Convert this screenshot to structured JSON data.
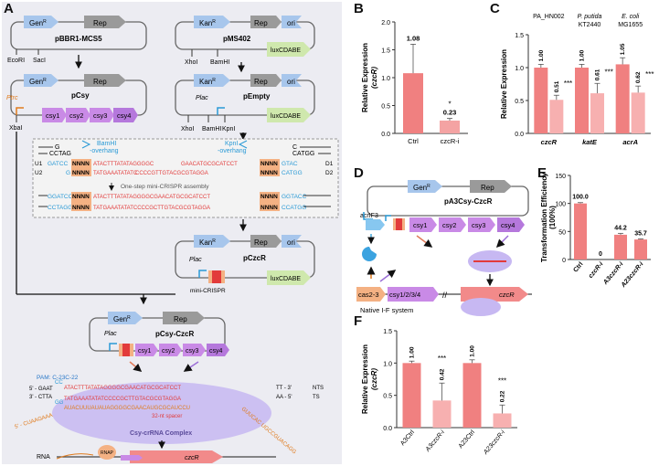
{
  "panels": {
    "A": {
      "letter": "A",
      "plasmids": {
        "pbbr1": {
          "name": "pBBR1-MCS5",
          "marker": "Gen",
          "marker_sup": "R",
          "rep": "Rep",
          "sites": [
            "EcoRI",
            "SacI"
          ]
        },
        "pms402": {
          "name": "pMS402",
          "marker": "Kan",
          "marker_sup": "R",
          "rep": "Rep",
          "ori": "ori",
          "lux": "luxCDABE",
          "sites": [
            "XhoI",
            "BamHI"
          ]
        },
        "pcsy": {
          "name": "pCsy",
          "marker": "Gen",
          "marker_sup": "R",
          "rep": "Rep",
          "promoter": "Ptrc",
          "site": "XbaI",
          "genes": [
            "csy1",
            "csy2",
            "csy3",
            "csy4"
          ]
        },
        "pempty": {
          "name": "pEmpty",
          "marker": "Kan",
          "marker_sup": "R",
          "rep": "Rep",
          "ori": "ori",
          "promoter": "Plac",
          "lux": "luxCDABE",
          "sites": [
            "XhoI",
            "BamHI",
            "KpnI"
          ]
        },
        "pczcr": {
          "name": "pCzcR",
          "marker": "Kan",
          "marker_sup": "R",
          "rep": "Rep",
          "ori": "ori",
          "promoter": "Plac",
          "lux": "luxCDABE",
          "insert": "mini-CRISPR"
        },
        "pcsy_czcr": {
          "name": "pCsy-CzcR",
          "marker": "Gen",
          "marker_sup": "R",
          "rep": "Rep",
          "promoter": "Plac",
          "genes": [
            "csy1",
            "csy2",
            "csy3",
            "csy4"
          ]
        }
      },
      "assembly": {
        "bamhi_label": "BamHI",
        "bamhi_sub": "-overhang",
        "kpni_label": "KpnI",
        "kpni_sub": "-overhang",
        "g_top": "G",
        "g_bot": "CCTAG",
        "c_top": "C",
        "c_bot": "CATGG",
        "u1": "U1",
        "u2": "U2",
        "d1": "D1",
        "d2": "D2",
        "u1_seq_left": "GATCC",
        "u2_seq_left": "G",
        "nnnn": "NNNN",
        "seq_top": "ATACTTTATATAGGGGC",
        "seq_top2": "GAACATGCGCATCCT",
        "seq_bot": "TATGAAATATATC",
        "seq_bot2": "CCCCGTTGTACGCGTAGGA",
        "d1_seq": "GTAC",
        "d2_seq": "CATGG",
        "step_text": "One-step mini-CRISPR assembly",
        "merged_top_left": "GGATCC",
        "merged_bot_left": "CCTAGG",
        "merged_top": "ATACTTTATATAGGGGCGAACATGCGCATCCT",
        "merged_bot": "TATGAAATATATCCCCGCTTGTACGCGTAGGA",
        "merged_top_right": "GGTACC",
        "merged_bot_right": "CCATGG"
      },
      "complex": {
        "pam": "PAM: C-23C-22",
        "nts_top_left": "5' - GAAT",
        "nts_top_cc": "CC",
        "nts_top_seq": "ATACTTTATATAGGGGCGAACATGCGCATCCT",
        "nts_top_right": "TT - 3'",
        "nts_label": "NTS",
        "ts_left": "3' - CTTA",
        "ts_gg": "GG",
        "ts_seq": "TATGAAATATATCCCCGCTTGTACGCGTAGGA",
        "ts_right": "AA - 5'",
        "ts_label": "TS",
        "crrna": "AUACUUUAUAUAGGGGCGAACAUGCGCAUCCU",
        "spacer": "32-nt spacer",
        "repeat_left": "5' - CUAAGAAA",
        "repeat_right": "GUUCAC UGCCGUACAGG",
        "complex_label": "Csy-crRNA Complex",
        "rnap": "RNAP",
        "rna": "RNA",
        "gene": "czcR"
      }
    },
    "B": {
      "letter": "B"
    },
    "C": {
      "letter": "C"
    },
    "D": {
      "letter": "D",
      "plasmid_name": "pA3Csy-CzcR",
      "marker": "Gen",
      "marker_sup": "R",
      "rep": "Rep",
      "acr": "acrIF3",
      "genes": [
        "csy1",
        "csy2",
        "csy3",
        "csy4"
      ],
      "cas2": "cas2-3",
      "csy_chrom": "csy1/2/3/4",
      "chrom_gene": "czcR",
      "system": "Native I-F system"
    },
    "E": {
      "letter": "E"
    },
    "F": {
      "letter": "F"
    }
  },
  "chart_data": [
    {
      "id": "B",
      "type": "bar",
      "categories": [
        "Ctrl",
        "czcR-i"
      ],
      "values": [
        1.08,
        0.23
      ],
      "errors": [
        0.52,
        0.04
      ],
      "value_labels": [
        "1.08",
        "0.23"
      ],
      "significance": [
        "",
        "*"
      ],
      "ylabel": "Relative Expression",
      "ylabel_gene": "(czcR)",
      "ylim": [
        0,
        2.0
      ],
      "yticks": [
        "0.0",
        "0.5",
        "1.0",
        "1.5",
        "2.0"
      ],
      "colors": [
        "#f08080",
        "#f4a3a3"
      ]
    },
    {
      "id": "C",
      "type": "bar",
      "groups": [
        "czcR",
        "katE",
        "acrA"
      ],
      "group_titles": [
        "PA_HN002",
        "P. putida",
        "E. coli"
      ],
      "group_subtitles": [
        "",
        "KT2440",
        "MG1655"
      ],
      "series": [
        {
          "values": [
            1.0,
            1.0,
            1.05
          ],
          "errors": [
            0.05,
            0.05,
            0.1
          ]
        },
        {
          "values": [
            0.51,
            0.61,
            0.62
          ],
          "errors": [
            0.07,
            0.15,
            0.1
          ]
        }
      ],
      "value_labels": [
        [
          "1.00",
          "1.00",
          "1.05"
        ],
        [
          "0.51",
          "0.61",
          "0.62"
        ]
      ],
      "significance": [
        "***",
        "***",
        "***"
      ],
      "ylabel": "Relative Expression",
      "ylim": [
        0,
        1.5
      ],
      "yticks": [
        "0.0",
        "0.5",
        "1.0",
        "1.5"
      ],
      "colors": [
        "#f08080",
        "#f7b0b0"
      ]
    },
    {
      "id": "E",
      "type": "bar",
      "categories": [
        "Ctrl",
        "czcR-i",
        "A3czcR-i",
        "A23czcR-i"
      ],
      "values": [
        100.0,
        0,
        44.2,
        35.7
      ],
      "errors": [
        1.5,
        0,
        2.5,
        1.0
      ],
      "value_labels": [
        "100.0",
        "0",
        "44.2",
        "35.7"
      ],
      "ylabel": "Transformation Efficiency",
      "ylabel2": "(100%)",
      "ylim": [
        0,
        150
      ],
      "yticks": [
        "0",
        "50",
        "100",
        "150"
      ],
      "colors": [
        "#f08080",
        "#f08080",
        "#f08080",
        "#f08080"
      ]
    },
    {
      "id": "F",
      "type": "bar",
      "categories": [
        "A3Ctrl",
        "A3czcR-i",
        "A23Ctrl",
        "A23czcR-i"
      ],
      "values": [
        1.0,
        0.42,
        1.0,
        0.22
      ],
      "errors": [
        0.03,
        0.27,
        0.05,
        0.13
      ],
      "value_labels": [
        "1.00",
        "0.42",
        "1.00",
        "0.22"
      ],
      "significance": [
        "",
        "***",
        "",
        "***"
      ],
      "ylabel": "Relative Expression",
      "ylabel_gene": "(czcR)",
      "ylim": [
        0,
        1.5
      ],
      "yticks": [
        "0.0",
        "0.5",
        "1.0",
        "1.5"
      ],
      "colors": [
        "#f08080",
        "#f7b0b0",
        "#f08080",
        "#f7b0b0"
      ]
    }
  ]
}
